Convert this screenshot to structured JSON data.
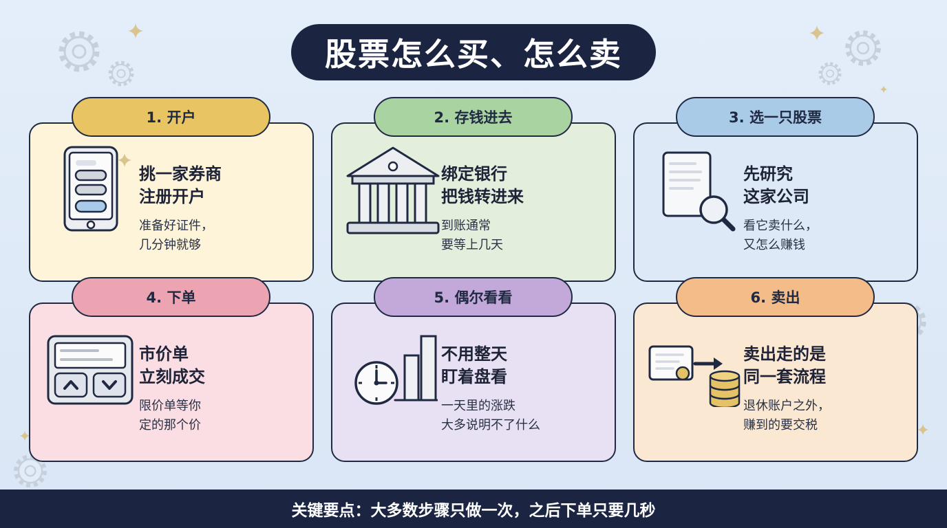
{
  "title": "股票怎么买、怎么卖",
  "steps": [
    {
      "label": "1. 开户",
      "heading": [
        "挑一家券商",
        "注册开户"
      ],
      "note": [
        "准备好证件，",
        "几分钟就够"
      ],
      "icon": "phone-icon",
      "tab_color": "#e8c462",
      "card_color": "#fdf4d9"
    },
    {
      "label": "2. 存钱进去",
      "heading": [
        "绑定银行",
        "把钱转进来"
      ],
      "note": [
        "到账通常",
        "要等上几天"
      ],
      "icon": "bank-icon",
      "tab_color": "#a9d3a1",
      "card_color": "#e3efdc"
    },
    {
      "label": "3. 选一只股票",
      "heading": [
        "先研究",
        "这家公司"
      ],
      "note": [
        "看它卖什么，",
        "又怎么赚钱"
      ],
      "icon": "document-magnifier-icon",
      "tab_color": "#aacbe8",
      "card_color": "#dde9f6"
    },
    {
      "label": "4. 下单",
      "heading": [
        "市价单",
        "立刻成交"
      ],
      "note": [
        "限价单等你",
        "定的那个价"
      ],
      "icon": "order-buttons-icon",
      "tab_color": "#eca4b3",
      "card_color": "#fadee4"
    },
    {
      "label": "5. 偶尔看看",
      "heading": [
        "不用整天",
        "盯着盘看"
      ],
      "note": [
        "一天里的涨跌",
        "大多说明不了什么"
      ],
      "icon": "clock-bar-chart-icon",
      "tab_color": "#c2a9d9",
      "card_color": "#e8e0f3"
    },
    {
      "label": "6. 卖出",
      "heading": [
        "卖出走的是",
        "同一套流程"
      ],
      "note": [
        "退休账户之外，",
        "赚到的要交税"
      ],
      "icon": "certificate-coins-icon",
      "tab_color": "#f3bc89",
      "card_color": "#fbe8d3"
    }
  ],
  "footer": "关键要点：大多数步骤只做一次，之后下单只要几秒",
  "colors": {
    "navy": "#1b2541",
    "outline": "#1f2942",
    "page_background": "#dfeaf8",
    "decoration": "#c6cfdb",
    "sparkle": "#d9c48e"
  },
  "decorations": [
    "gear-icon",
    "sparkle-icon"
  ]
}
